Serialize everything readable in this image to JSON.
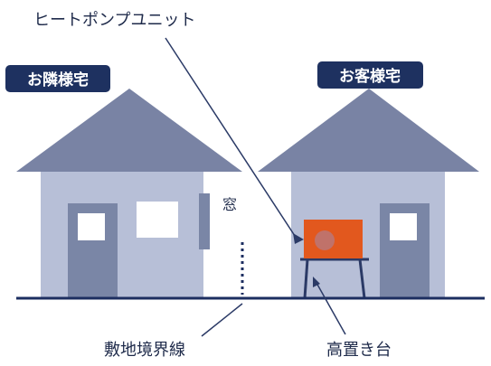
{
  "labels": {
    "heat_pump_unit": "ヒートポンプユニット",
    "neighbor_house": "お隣様宅",
    "customer_house": "お客様宅",
    "window": "窓",
    "property_boundary": "敷地境界線",
    "elevated_stand": "高置き台"
  },
  "colors": {
    "roof": "#7983a4",
    "wall": "#b7bfd7",
    "door_window_frame": "#7a86a6",
    "ground_line": "#1c2e60",
    "badge_bg": "#1e3160",
    "badge_text": "#ffffff",
    "heat_pump_body": "#e2581e",
    "heat_pump_fan": "#c0726a",
    "leader_line": "#2b3a66",
    "label_text": "#1e2a4a"
  }
}
